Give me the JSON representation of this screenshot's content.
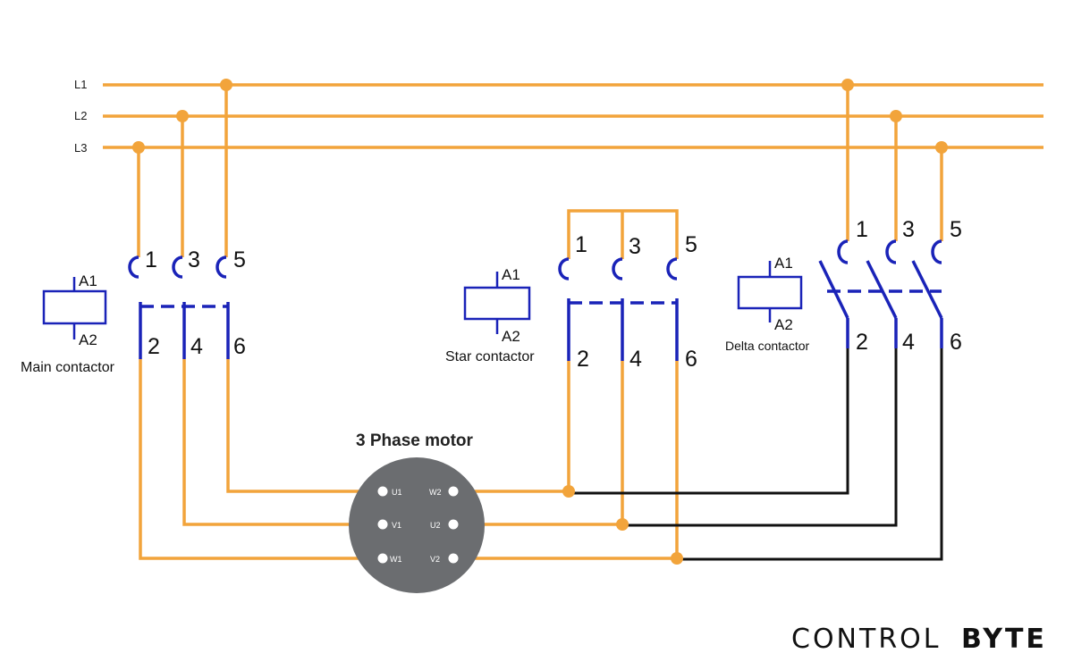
{
  "lines": {
    "l1": "L1",
    "l2": "L2",
    "l3": "L3"
  },
  "main_contactor": {
    "name": "Main contactor",
    "coil_top": "A1",
    "coil_bottom": "A2",
    "terminals_top": [
      "1",
      "3",
      "5"
    ],
    "terminals_bottom": [
      "2",
      "4",
      "6"
    ]
  },
  "star_contactor": {
    "name": "Star contactor",
    "coil_top": "A1",
    "coil_bottom": "A2",
    "terminals_top": [
      "1",
      "3",
      "5"
    ],
    "terminals_bottom": [
      "2",
      "4",
      "6"
    ]
  },
  "delta_contactor": {
    "name": "Delta contactor",
    "coil_top": "A1",
    "coil_bottom": "A2",
    "terminals_top": [
      "1",
      "3",
      "5"
    ],
    "terminals_bottom": [
      "2",
      "4",
      "6"
    ]
  },
  "motor": {
    "title": "3 Phase motor",
    "left_terminals": [
      "U1",
      "V1",
      "W1"
    ],
    "right_terminals": [
      "W2",
      "U2",
      "V2"
    ]
  },
  "logo": {
    "word1": "CONTROL",
    "word2": "BYTE"
  },
  "colors": {
    "power_wire": "#F2A43B",
    "contact": "#1A23B8",
    "return_wire": "#111111",
    "motor_body": "#6B6D70",
    "motor_terminal": "#FFFFFF"
  }
}
